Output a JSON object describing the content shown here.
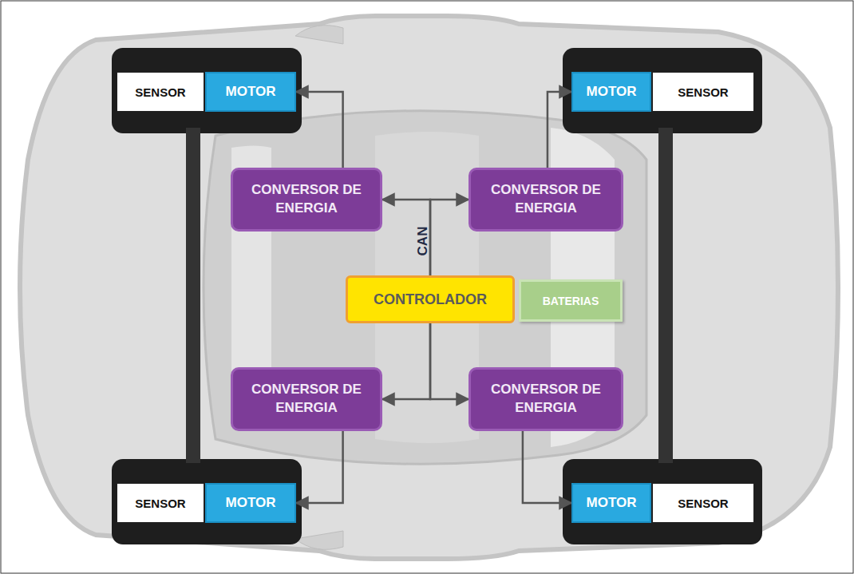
{
  "diagram": {
    "nodes": [
      {
        "text": [
          "SENSOR"
        ]
      },
      {
        "text": [
          "MOTOR"
        ]
      },
      {
        "text": [
          "MOTOR"
        ]
      },
      {
        "text": [
          "SENSOR"
        ]
      },
      {
        "text": [
          "CONVERSOR DE ENERGIA"
        ]
      },
      {
        "text": [
          "CONVERSOR DE ENERGIA"
        ]
      },
      {
        "text": [
          "CONTROLADOR"
        ]
      },
      {
        "text": [
          "BATERIAS"
        ]
      },
      {
        "text": [
          "CONVERSOR DE ENERGIA"
        ]
      },
      {
        "text": [
          "CONVERSOR DE ENERGIA"
        ]
      },
      {
        "text": [
          "SENSOR"
        ]
      },
      {
        "text": [
          "MOTOR"
        ]
      },
      {
        "text": [
          "MOTOR"
        ]
      },
      {
        "text": [
          "SENSOR"
        ]
      }
    ],
    "edges": [
      {
        "from": 4,
        "to": 1,
        "arrow": "to"
      },
      {
        "from": 5,
        "to": 2,
        "arrow": "to"
      },
      {
        "from": 8,
        "to": 11,
        "arrow": "to"
      },
      {
        "from": 9,
        "to": 12,
        "arrow": "to"
      },
      {
        "from": 6,
        "to": 4,
        "arrow": "to"
      },
      {
        "from": 6,
        "to": 5,
        "arrow": "to"
      },
      {
        "from": 6,
        "to": 8,
        "arrow": "to"
      },
      {
        "from": 6,
        "to": 9,
        "arrow": "to"
      }
    ],
    "labels": [
      "CAN"
    ]
  }
}
